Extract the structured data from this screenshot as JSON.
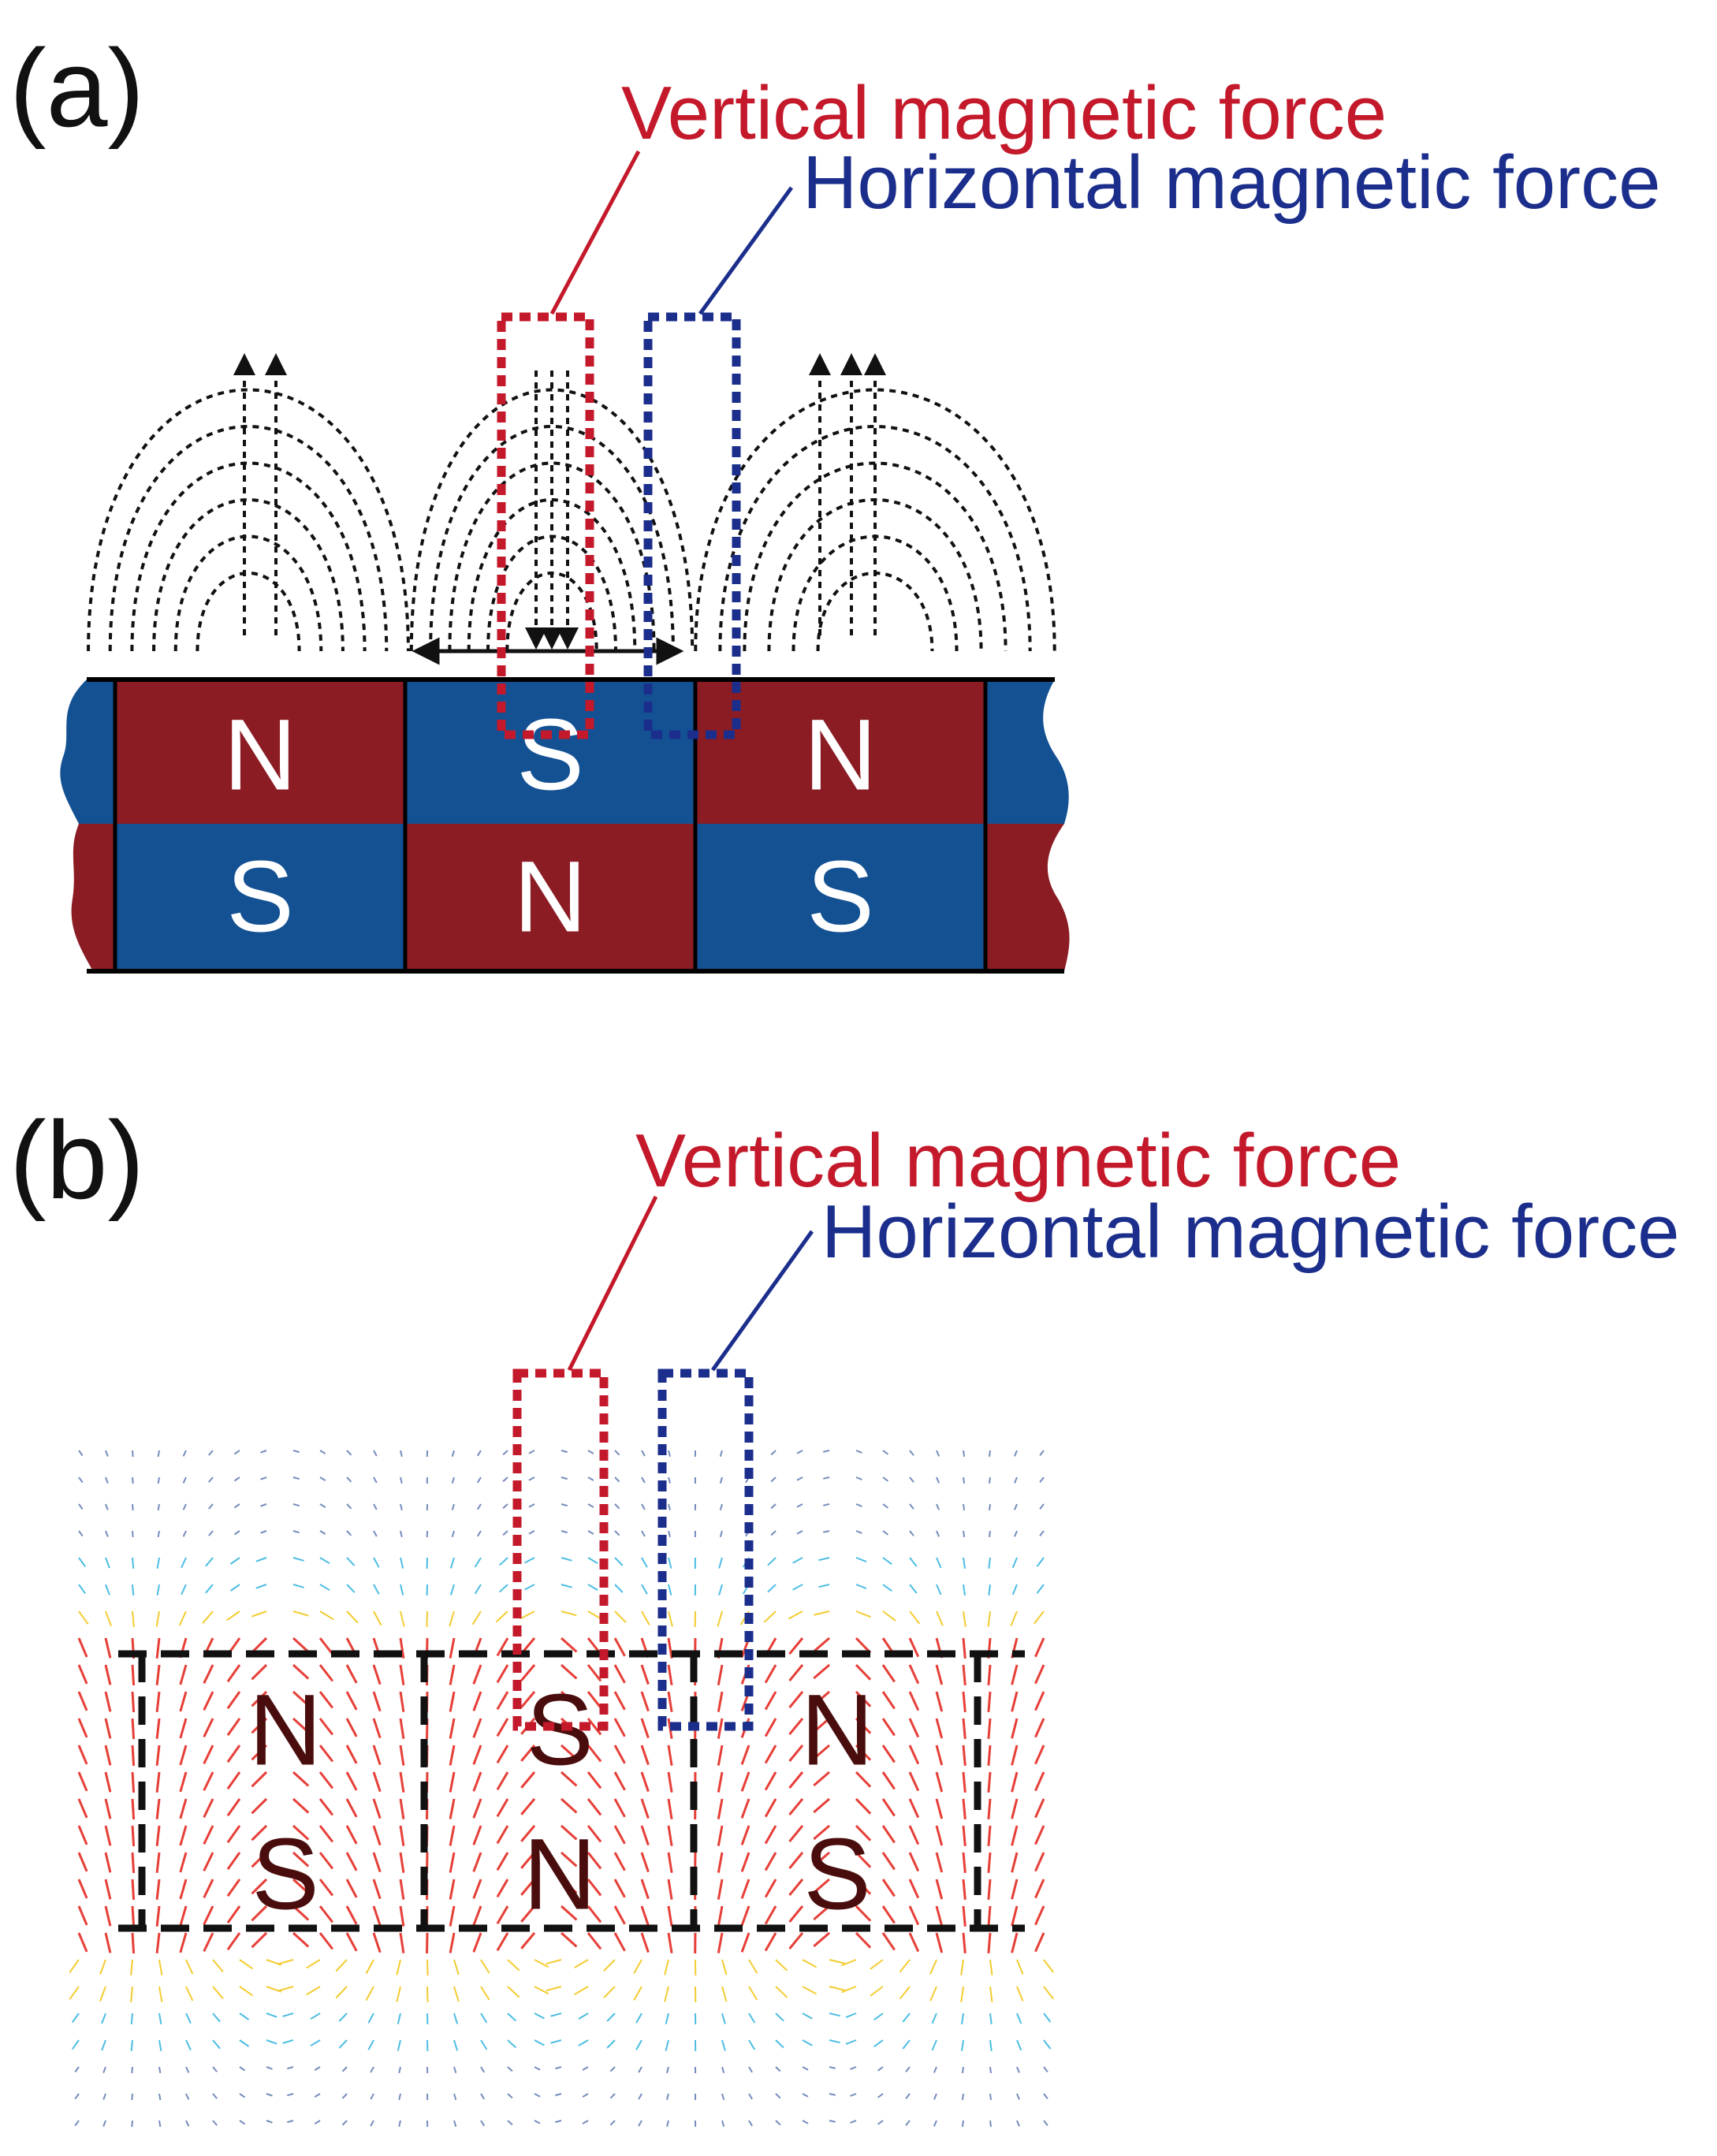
{
  "panel_a": {
    "label": "(a)",
    "callout_vertical": "Vertical magnetic force",
    "callout_horizontal": "Horizontal magnetic force",
    "top_row": [
      "N",
      "S",
      "N"
    ],
    "bottom_row": [
      "S",
      "N",
      "S"
    ]
  },
  "panel_b": {
    "label": "(b)",
    "callout_vertical": "Vertical magnetic force",
    "callout_horizontal": "Horizontal magnetic force",
    "top_row": [
      "N",
      "S",
      "N"
    ],
    "bottom_row": [
      "S",
      "N",
      "S"
    ]
  },
  "colors": {
    "north": "#8b1c23",
    "south": "#135193",
    "vertical_highlight": "#c3192b",
    "horizontal_highlight": "#1b2e8c",
    "field_line": "#111111",
    "vector_strong": "#e32a22",
    "vector_mid": "#f2c61c",
    "vector_low": "#38b6e0",
    "vector_weak": "#1a3f8f"
  }
}
